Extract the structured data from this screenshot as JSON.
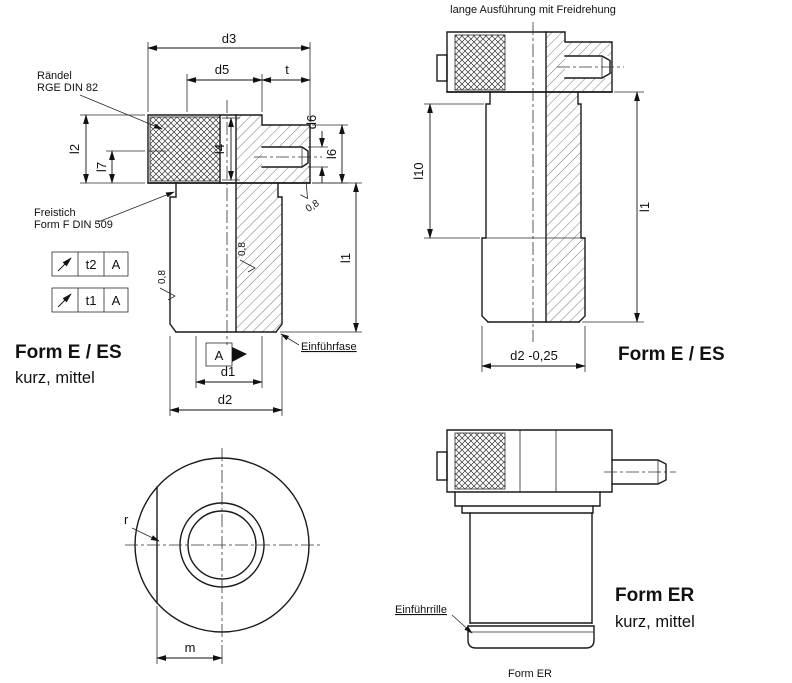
{
  "drawing": {
    "notes": {
      "top_right_note": "lange Ausführung mit Freidrehung",
      "raendel_line1": "Rändel",
      "raendel_line2": "RGE  DIN 82",
      "freistich_line1": "Freistich",
      "freistich_line2": "Form F DIN 509",
      "einfuehrfase": "Einführfase",
      "einfuehrrille": "Einführrille",
      "form_er_caption": "Form ER"
    },
    "titles": {
      "form_e_es": "Form E / ES",
      "kurz_mittel": "kurz, mittel",
      "form_er": "Form ER"
    },
    "dims": {
      "d1": "d1",
      "d2": "d2",
      "d3": "d3",
      "d5": "d5",
      "d6": "d6",
      "t": "t",
      "l1": "l1",
      "l2": "l2",
      "l4": "l4",
      "l6": "l6",
      "l7": "l7",
      "l10": "l10",
      "d2_tol": "d2 -0,25",
      "r": "r",
      "m": "m"
    },
    "tolerances": {
      "t2": "t2",
      "t1": "t1",
      "datum": "A",
      "roughness": "0,8"
    },
    "colors": {
      "line": "#1a1a1a",
      "background": "#ffffff"
    }
  }
}
